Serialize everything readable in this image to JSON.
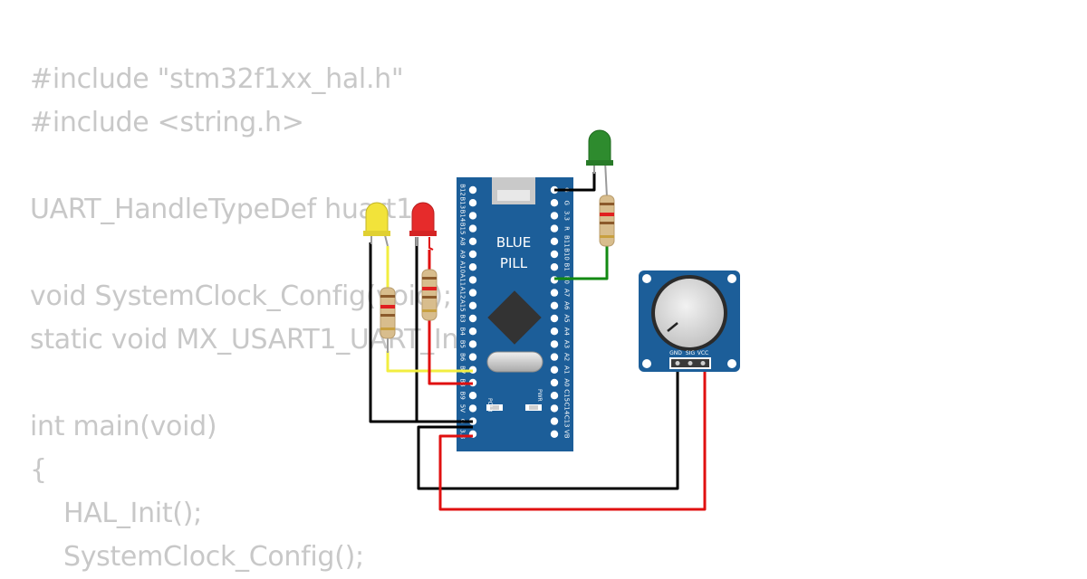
{
  "code_lines": [
    "#include \"stm32f1xx_hal.h\"",
    "#include <string.h>",
    "",
    "UART_HandleTypeDef huart1;",
    "",
    "void SystemClock_Config(void);",
    "static void MX_USART1_UART_Init(void);",
    "",
    "int main(void)",
    "{",
    "    HAL_Init();",
    "    SystemClock_Config();"
  ],
  "board": {
    "name_line1": "BLUE",
    "name_line2": "PILL",
    "left_pins": [
      "B12",
      "B13",
      "B14",
      "B15",
      "A8",
      "A9",
      "A10",
      "A11",
      "A12",
      "A15",
      "B3",
      "B4",
      "B5",
      "B6",
      "B7",
      "B8",
      "B9",
      "5V",
      "G",
      "3.3"
    ],
    "right_pins": [
      "G",
      "G",
      "3.3",
      "R",
      "B11",
      "B10",
      "B1",
      "B0",
      "A7",
      "A6",
      "A5",
      "A4",
      "A3",
      "A2",
      "A1",
      "A0",
      "C15",
      "C14",
      "C13",
      "VB"
    ],
    "led_label_pc13": "PC13",
    "led_label_pwr": "PWR"
  },
  "potentiometer": {
    "pin_labels": [
      "GND",
      "SIG",
      "VCC"
    ]
  },
  "colors": {
    "board": "#1c5e99",
    "led_yellow": "#f2e33a",
    "led_red": "#e62b2b",
    "led_green": "#2e8b2e",
    "wire_black": "#000000",
    "wire_red": "#e01010",
    "wire_yellow": "#f2ee40",
    "wire_green": "#138a13",
    "code_text": "#c8c8c8"
  }
}
